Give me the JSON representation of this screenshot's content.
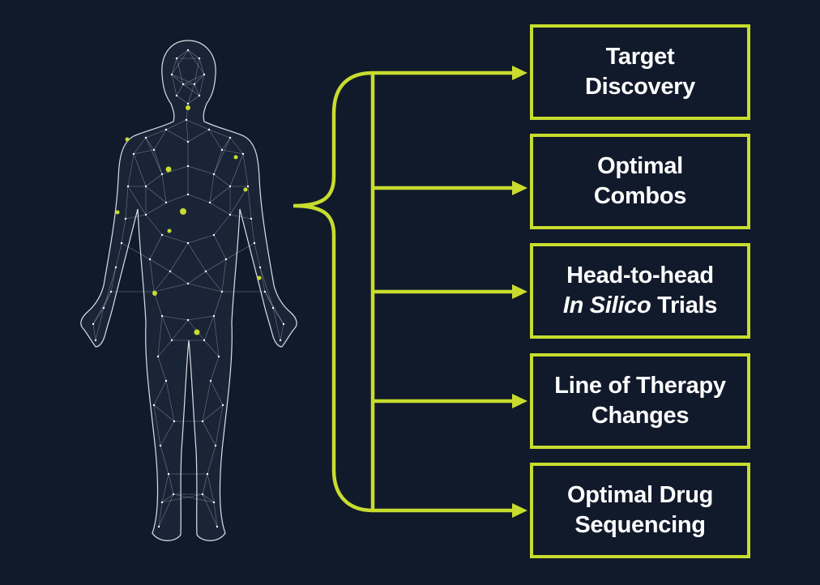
{
  "colors": {
    "background": "#111a2b",
    "accent": "#c8dc2e",
    "text": "#ffffff",
    "mesh": "#e6ebf2"
  },
  "figure": {
    "icon": "human-body-network-icon"
  },
  "boxes": [
    {
      "line1": "Target",
      "line2": "Discovery"
    },
    {
      "line1": "Optimal",
      "line2": "Combos"
    },
    {
      "line1": "Head-to-head",
      "line2_italic": "In Silico",
      "line2_rest": " Trials"
    },
    {
      "line1": "Line of Therapy",
      "line2": "Changes"
    },
    {
      "line1": "Optimal Drug",
      "line2": "Sequencing"
    }
  ]
}
